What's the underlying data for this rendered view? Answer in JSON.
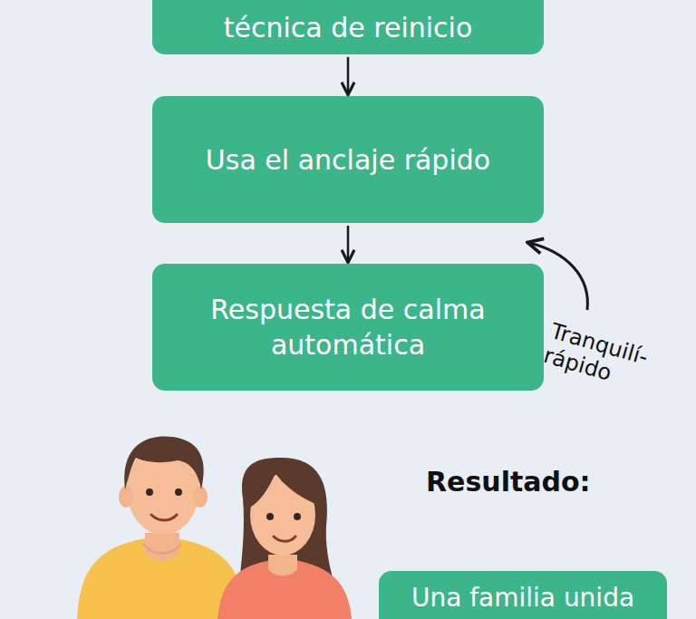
{
  "diagram": {
    "nodes": [
      {
        "text": [
          "técnica de reinicio"
        ]
      },
      {
        "text": [
          "Usa el anclaje rápido"
        ]
      },
      {
        "text": [
          "Respuesta de calma automática"
        ]
      },
      {
        "text": [
          "Una familia unida"
        ]
      }
    ],
    "edges": [
      {
        "from": 0,
        "to": 1,
        "arrow": "to"
      },
      {
        "from": 1,
        "to": 2,
        "arrow": "to"
      }
    ],
    "labels": [
      "Tranquilí- rápido",
      "Resultado:"
    ]
  }
}
